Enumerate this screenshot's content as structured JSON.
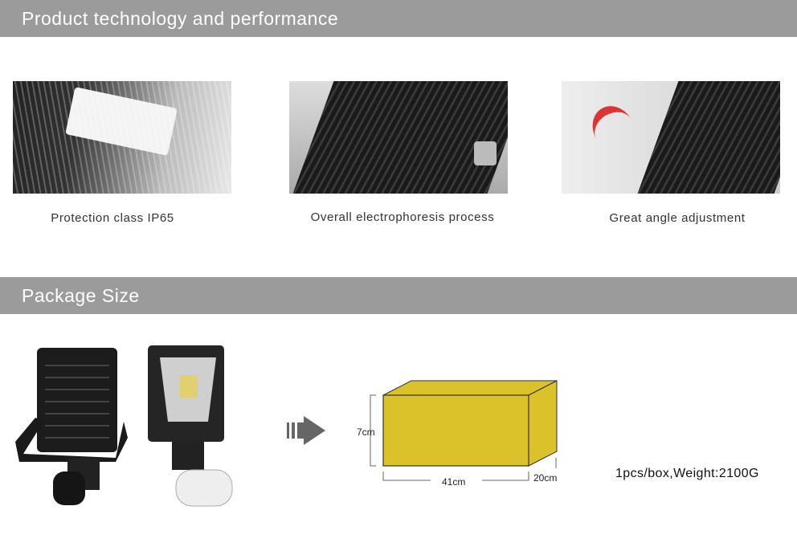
{
  "sections": {
    "technology": {
      "title": "Product technology and performance",
      "features": [
        {
          "caption": "Protection class IP65",
          "image": "water-spray-photo"
        },
        {
          "caption": "Overall electrophoresis process",
          "image": "heatsink-photo"
        },
        {
          "caption": "Great angle adjustment",
          "image": "angle-adjustment-photo"
        }
      ]
    },
    "package": {
      "title": "Package Size",
      "dimensions": {
        "height": "7cm",
        "length": "41cm",
        "width": "20cm"
      },
      "summary": "1pcs/box,Weight:2100G",
      "box_color": "#dcc22a"
    }
  }
}
